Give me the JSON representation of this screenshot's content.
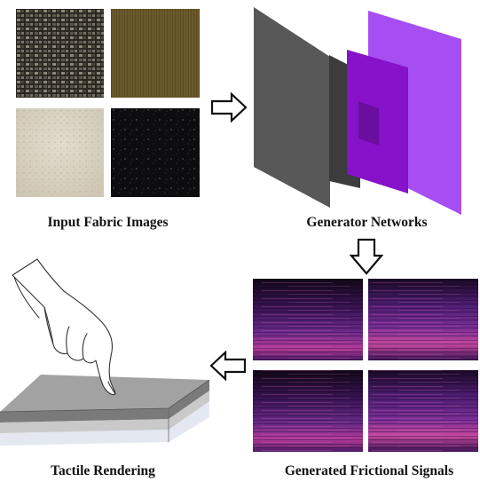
{
  "labels": {
    "input": "Input Fabric Images",
    "generator": "Generator Networks",
    "signals": "Generated Frictional Signals",
    "rendering": "Tactile Rendering"
  },
  "colors": {
    "fabric_weave_dark": "#2b2823",
    "fabric_weave_light": "#8e8676",
    "fabric_olive": "#6b5a2c",
    "fabric_cream": "#d9d2c2",
    "fabric_black": "#0d0d10",
    "layer_dark_gray": "#585858",
    "layer_mid_gray": "#3c3c3c",
    "layer_purple": "#a64ef2",
    "layer_deep_purple": "#8612c9",
    "spectrogram_base": "#2a0c3c",
    "spectrogram_hot": "#d2459c",
    "slab_top": "#9c9c9c"
  },
  "icons": [
    "right-arrow-icon",
    "down-arrow-icon",
    "left-arrow-icon",
    "pointing-hand-icon"
  ]
}
